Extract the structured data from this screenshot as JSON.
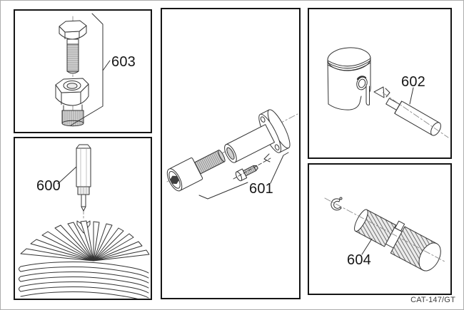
{
  "page": {
    "footer_code": "CAT-147/GT",
    "background": "#ffffff",
    "ink": "#333333",
    "panel_border": "#151515",
    "thread_shade": "#d4d4d4",
    "knurl_shade": "#ebebeb"
  },
  "panels": {
    "p603": {
      "label": "603",
      "drawing": "hex-bolt-and-adapter-nut-exploded"
    },
    "p600": {
      "label": "600",
      "drawing": "punch-tool-above-finned-cylinder-head"
    },
    "p601": {
      "label": "601",
      "drawing": "socket-head-bolt-spacer-sleeve-and-set-screw-exploded"
    },
    "p602": {
      "label": "602",
      "drawing": "piston-with-pin-drift-tool"
    },
    "p604": {
      "label": "604",
      "drawing": "circlip-and-knurled-roller-set"
    }
  }
}
